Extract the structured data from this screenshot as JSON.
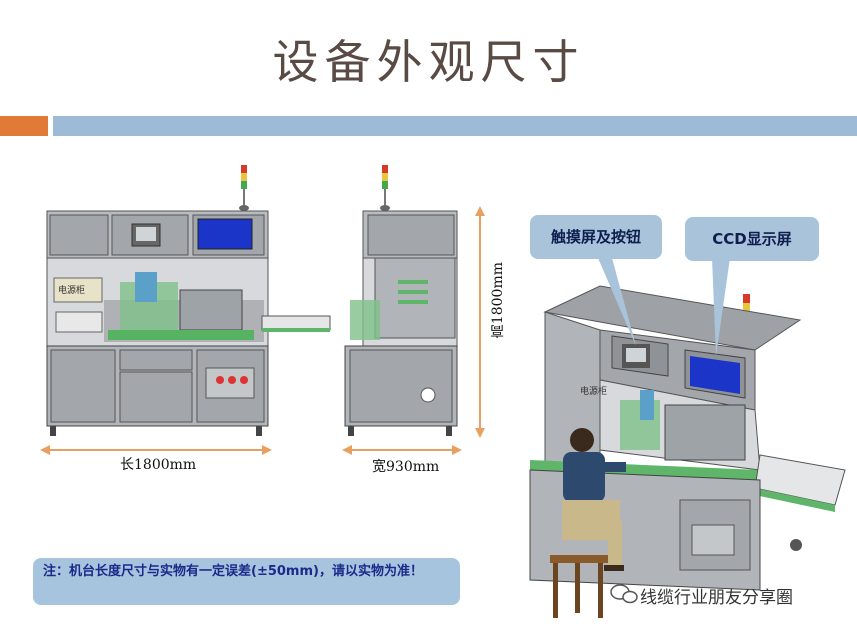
{
  "title": "设备外观尺寸",
  "dimensions": {
    "length": "长1800mm",
    "width": "宽930mm",
    "height": "高1800mm"
  },
  "machine_panel_text": "电源柜",
  "callouts": {
    "touchscreen": "触摸屏及按钮",
    "ccd": "CCD显示屏"
  },
  "note": "注：机台长度尺寸与实物有一定误差(±50mm)，请以实物为准！",
  "watermark": "线缆行业朋友分享圈",
  "colors": {
    "title": "#5a4a44",
    "accent_orange": "#e07a36",
    "accent_blue": "#9dbbd6",
    "callout_bg": "#a9c4da",
    "dimension_arrow": "#e8a060",
    "machine_frame": "#8a8f96",
    "machine_panel": "#a6a9ad",
    "ccd_screen": "#1a35c8",
    "base_green": "#5fb56a"
  }
}
